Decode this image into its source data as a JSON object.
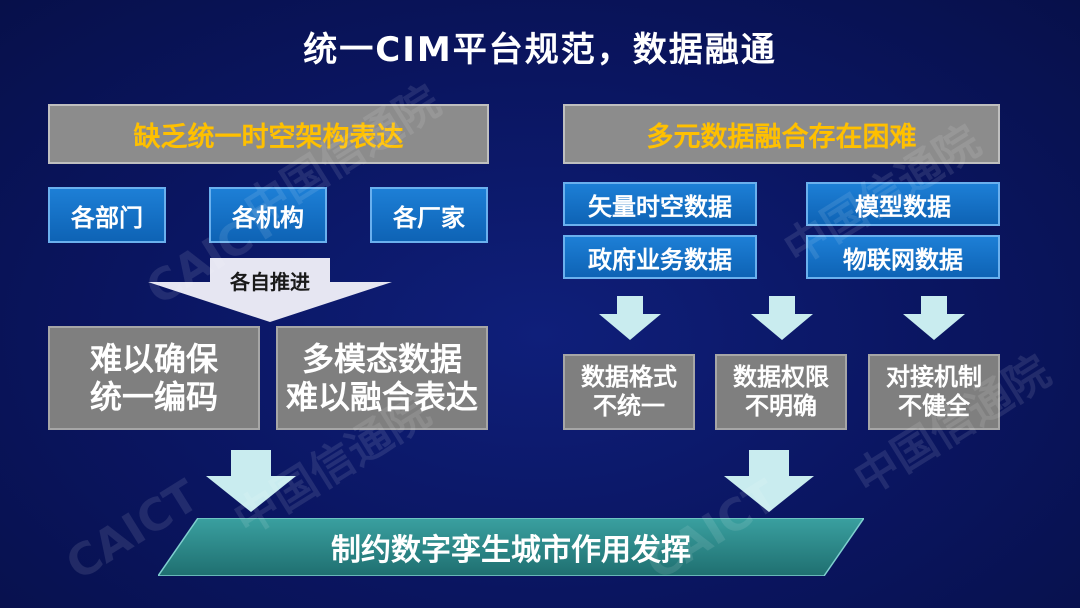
{
  "title": "统一CIM平台规范，数据融通",
  "left": {
    "header": "缺乏统一时空架构表达",
    "actors": [
      "各部门",
      "各机构",
      "各厂家"
    ],
    "arrow_label": "各自推进",
    "problems": [
      {
        "line1": "难以确保",
        "line2": "统一编码"
      },
      {
        "line1": "多模态数据",
        "line2": "难以融合表达"
      }
    ]
  },
  "right": {
    "header": "多元数据融合存在困难",
    "data_types": [
      "矢量时空数据",
      "模型数据",
      "政府业务数据",
      "物联网数据"
    ],
    "problems": [
      {
        "line1": "数据格式",
        "line2": "不统一"
      },
      {
        "line1": "数据权限",
        "line2": "不明确"
      },
      {
        "line1": "对接机制",
        "line2": "不健全"
      }
    ]
  },
  "outcome": "制约数字孪生城市作用发挥",
  "watermark": [
    "中国信通院",
    "CAICT"
  ],
  "colors": {
    "background": "#0a1560",
    "header_fill": "#8c8c8c",
    "header_text": "#ffc000",
    "blue_box": "#1472c8",
    "gray_box": "#7f7f7f",
    "arrow": "#c9ecef",
    "outcome_fill": "#2e8b8b"
  }
}
